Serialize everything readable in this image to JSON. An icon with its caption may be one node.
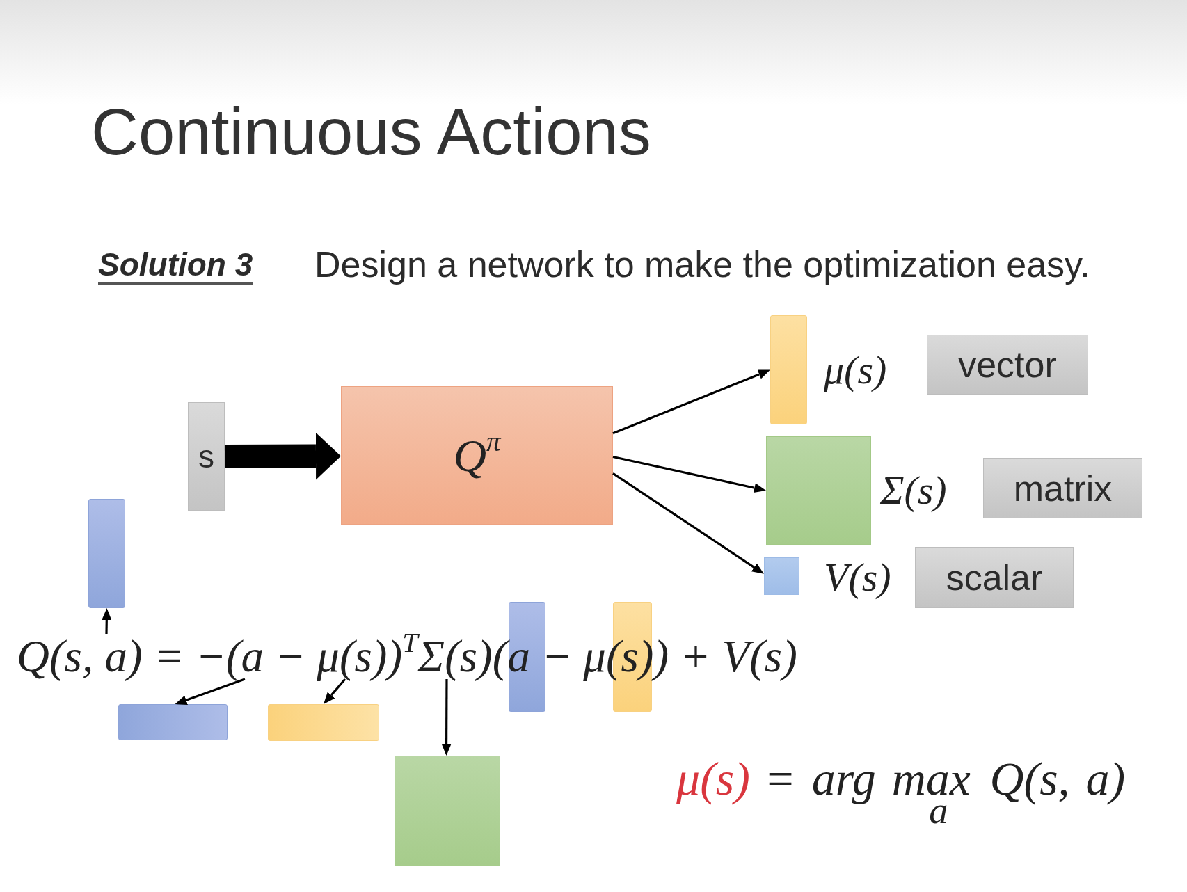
{
  "diagram": {
    "title": "Continuous Actions",
    "nodes": [
      {
        "text": [
          "s"
        ]
      },
      {
        "text": [
          "Q$^{π}$"
        ]
      },
      {
        "text": [],
        "shape": "bar",
        "beside": [
          "μ(s)"
        ]
      },
      {
        "text": [
          "vector"
        ]
      },
      {
        "text": [],
        "shape": "box",
        "beside": [
          "Σ(s)"
        ]
      },
      {
        "text": [
          "matrix"
        ]
      },
      {
        "text": [],
        "shape": "box",
        "beside": [
          "V(s)"
        ]
      },
      {
        "text": [
          "scalar"
        ]
      },
      {
        "text": [],
        "shape": "bar"
      },
      {
        "text": [
          "Q(s, a) = −(a − μ(s))$^{T}$Σ(s)(a − μ(s)) + V(s)"
        ]
      },
      {
        "text": [],
        "shape": "bar"
      },
      {
        "text": [],
        "shape": "bar"
      },
      {
        "text": [],
        "shape": "bar"
      },
      {
        "text": [],
        "shape": "bar"
      },
      {
        "text": [],
        "shape": "box"
      }
    ],
    "edges": [
      {
        "from": 0,
        "to": 1,
        "arrow": "to",
        "style": "thick"
      },
      {
        "from": 1,
        "to": 2,
        "arrow": "to"
      },
      {
        "from": 1,
        "to": 4,
        "arrow": "to"
      },
      {
        "from": 1,
        "to": 6,
        "arrow": "to"
      },
      {
        "from": 9,
        "to": 8,
        "arrow": "to"
      },
      {
        "from": 9,
        "to": 12,
        "arrow": "to"
      },
      {
        "from": 9,
        "to": 13,
        "arrow": "to"
      },
      {
        "from": 9,
        "to": 14,
        "arrow": "to"
      }
    ],
    "labels": [
      "Solution 3",
      "Design a network to make the optimization easy.",
      "μ(s)",
      "= arg max$_{a}$ Q(s, a)"
    ]
  }
}
